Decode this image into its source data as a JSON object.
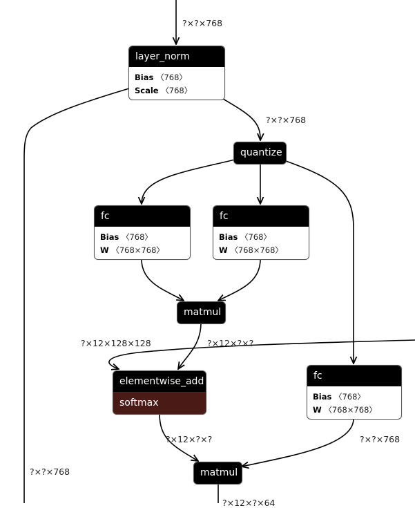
{
  "nodes": {
    "layer_norm": {
      "title": "layer_norm",
      "attrs": [
        {
          "name": "Bias",
          "value": "〈768〉"
        },
        {
          "name": "Scale",
          "value": "〈768〉"
        }
      ]
    },
    "quantize": {
      "title": "quantize"
    },
    "fc_left": {
      "title": "fc",
      "attrs": [
        {
          "name": "Bias",
          "value": "〈768〉"
        },
        {
          "name": "W",
          "value": "〈768×768〉"
        }
      ]
    },
    "fc_mid": {
      "title": "fc",
      "attrs": [
        {
          "name": "Bias",
          "value": "〈768〉"
        },
        {
          "name": "W",
          "value": "〈768×768〉"
        }
      ]
    },
    "matmul_top": {
      "title": "matmul"
    },
    "elementwise_add": {
      "title": "elementwise_add",
      "fused": "softmax"
    },
    "fc_right": {
      "title": "fc",
      "attrs": [
        {
          "name": "Bias",
          "value": "〈768〉"
        },
        {
          "name": "W",
          "value": "〈768×768〉"
        }
      ]
    },
    "matmul_bottom": {
      "title": "matmul"
    }
  },
  "edge_labels": {
    "input_to_layer_norm": "?×?×768",
    "layer_norm_to_quantize": "?×?×768",
    "matmul_to_add_external": "?×12×128×128",
    "matmul_to_add": "?×12×?×?",
    "softmax_to_matmul": "?×12×?×?",
    "fc_right_to_matmul": "?×?×768",
    "layer_norm_residual": "?×?×768",
    "matmul_output": "?×12×?×64"
  },
  "colors": {
    "node_header": "#000000",
    "fused_activation": "#4a1a16",
    "edge": "#000000"
  }
}
